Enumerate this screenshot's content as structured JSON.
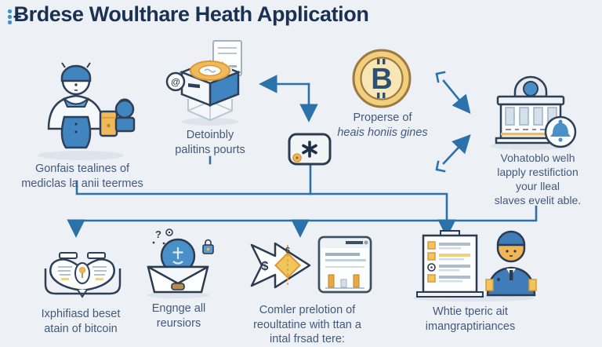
{
  "title": {
    "text": "Ƀrdese Woulthare Heath Application"
  },
  "colors": {
    "background": "#edf1f6",
    "title": "#1b3152",
    "body_text": "#42597b",
    "connector": "#2b72aa",
    "accent_blue": "#4084c0",
    "accent_orange": "#f2b95c",
    "coin_gold": "#f2cf7e"
  },
  "symbols": {
    "bitcoin": "B",
    "dollar": "$",
    "dollar_small": "$",
    "at": "@",
    "question": "?"
  },
  "nodes": {
    "caregiver": {
      "lines": [
        "Gonfais tealines of",
        "mediclas la anii teermes"
      ]
    },
    "printer": {
      "lines": [
        "Detoinbly",
        "palitins pourts"
      ]
    },
    "bitcoin": {
      "lines": [
        "Properse of",
        "heais honiis gines"
      ]
    },
    "bank": {
      "lines": [
        "Vohatoblo welh",
        "lapply restifiction",
        "your lleal",
        "slaves evelit able."
      ]
    },
    "book": {
      "lines": [
        "Ixphifiasd beset",
        "atain of bitcoin"
      ]
    },
    "envelope": {
      "lines": [
        "Engnge all",
        "reursiors"
      ]
    },
    "comparison": {
      "lines": [
        "Comler prelotion of",
        "reoultatine with ttan a",
        "intal frsad tere:"
      ]
    },
    "checklist": {
      "lines": [
        "Whtie tperic ait",
        "imangraptiriances"
      ]
    }
  }
}
